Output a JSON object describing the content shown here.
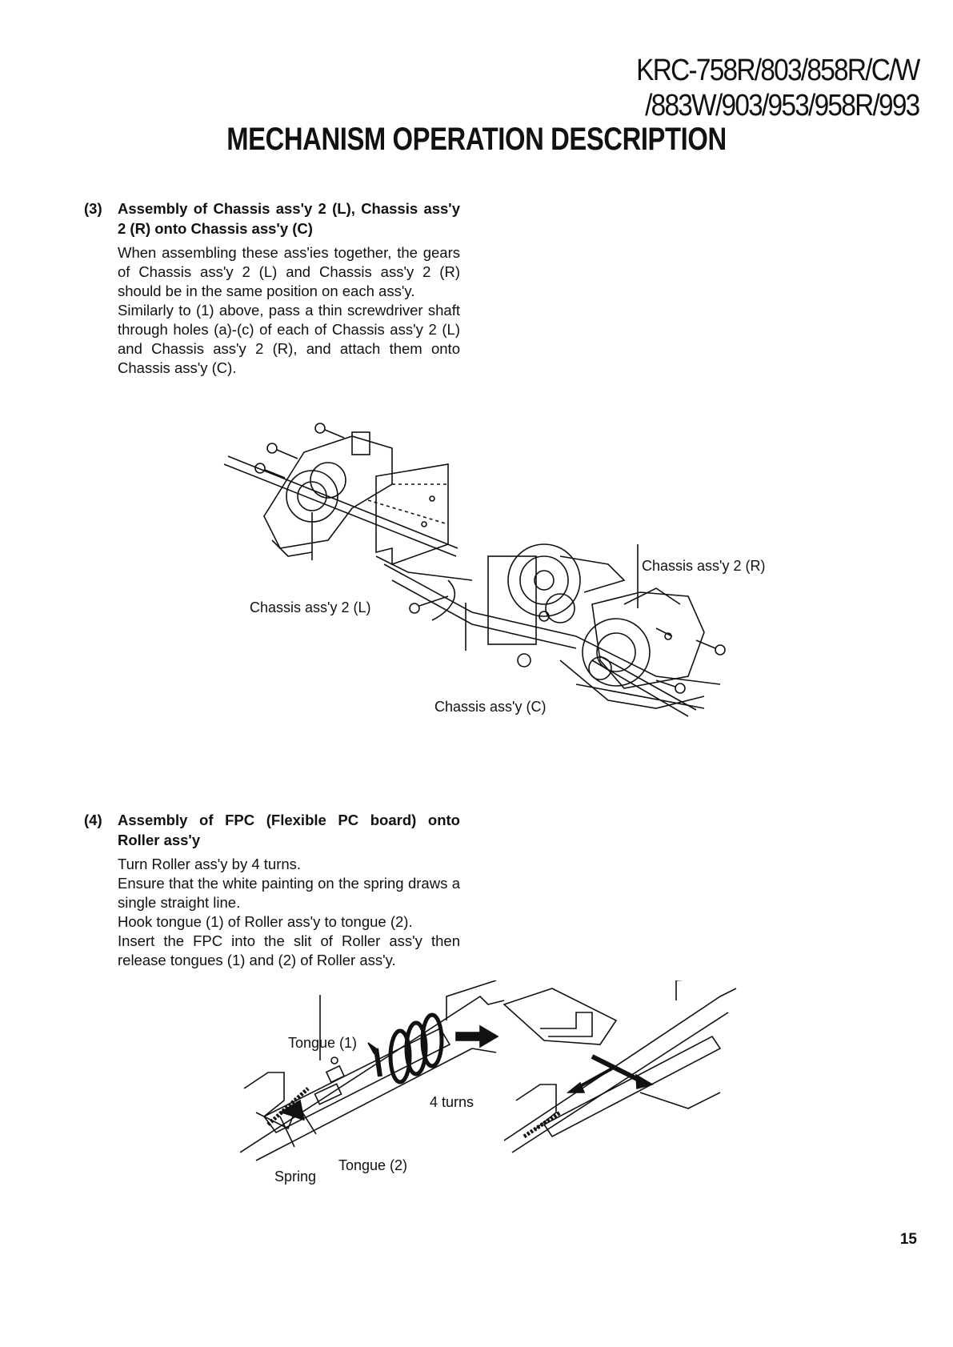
{
  "header": {
    "model_line1": "KRC-758R/803/858R/C/W",
    "model_line2": "/883W/903/953/958R/993",
    "title": "MECHANISM OPERATION DESCRIPTION"
  },
  "section3": {
    "number": "(3)",
    "heading": "Assembly of Chassis ass'y 2 (L), Chassis ass'y 2 (R) onto Chassis ass'y (C)",
    "paragraph1": "When assembling these ass'ies together, the gears of Chassis ass'y 2 (L) and Chassis ass'y 2 (R) should be in the same position on each ass'y.",
    "paragraph2": "Similarly to (1) above, pass a thin screwdriver shaft through holes (a)-(c) of each of Chassis ass'y 2 (L) and Chassis ass'y 2 (R), and attach them onto Chassis ass'y (C).",
    "figure_labels": {
      "chassis_l": "Chassis ass'y 2 (L)",
      "chassis_r": "Chassis ass'y 2 (R)",
      "chassis_c": "Chassis ass'y (C)"
    }
  },
  "section4": {
    "number": "(4)",
    "heading": "Assembly of FPC (Flexible PC board) onto Roller ass'y",
    "line1": "Turn Roller ass'y by 4 turns.",
    "line2": "Ensure that the white painting on the spring draws a single straight line.",
    "line3": "Hook tongue (1) of Roller ass'y to tongue (2).",
    "line4": "Insert the FPC into the slit of Roller ass'y then release tongues (1) and (2) of Roller ass'y.",
    "figure_labels": {
      "tongue1": "Tongue (1)",
      "turns": "4 turns",
      "spring": "Spring",
      "tongue2": "Tongue (2)"
    }
  },
  "footer": {
    "page_number": "15"
  }
}
